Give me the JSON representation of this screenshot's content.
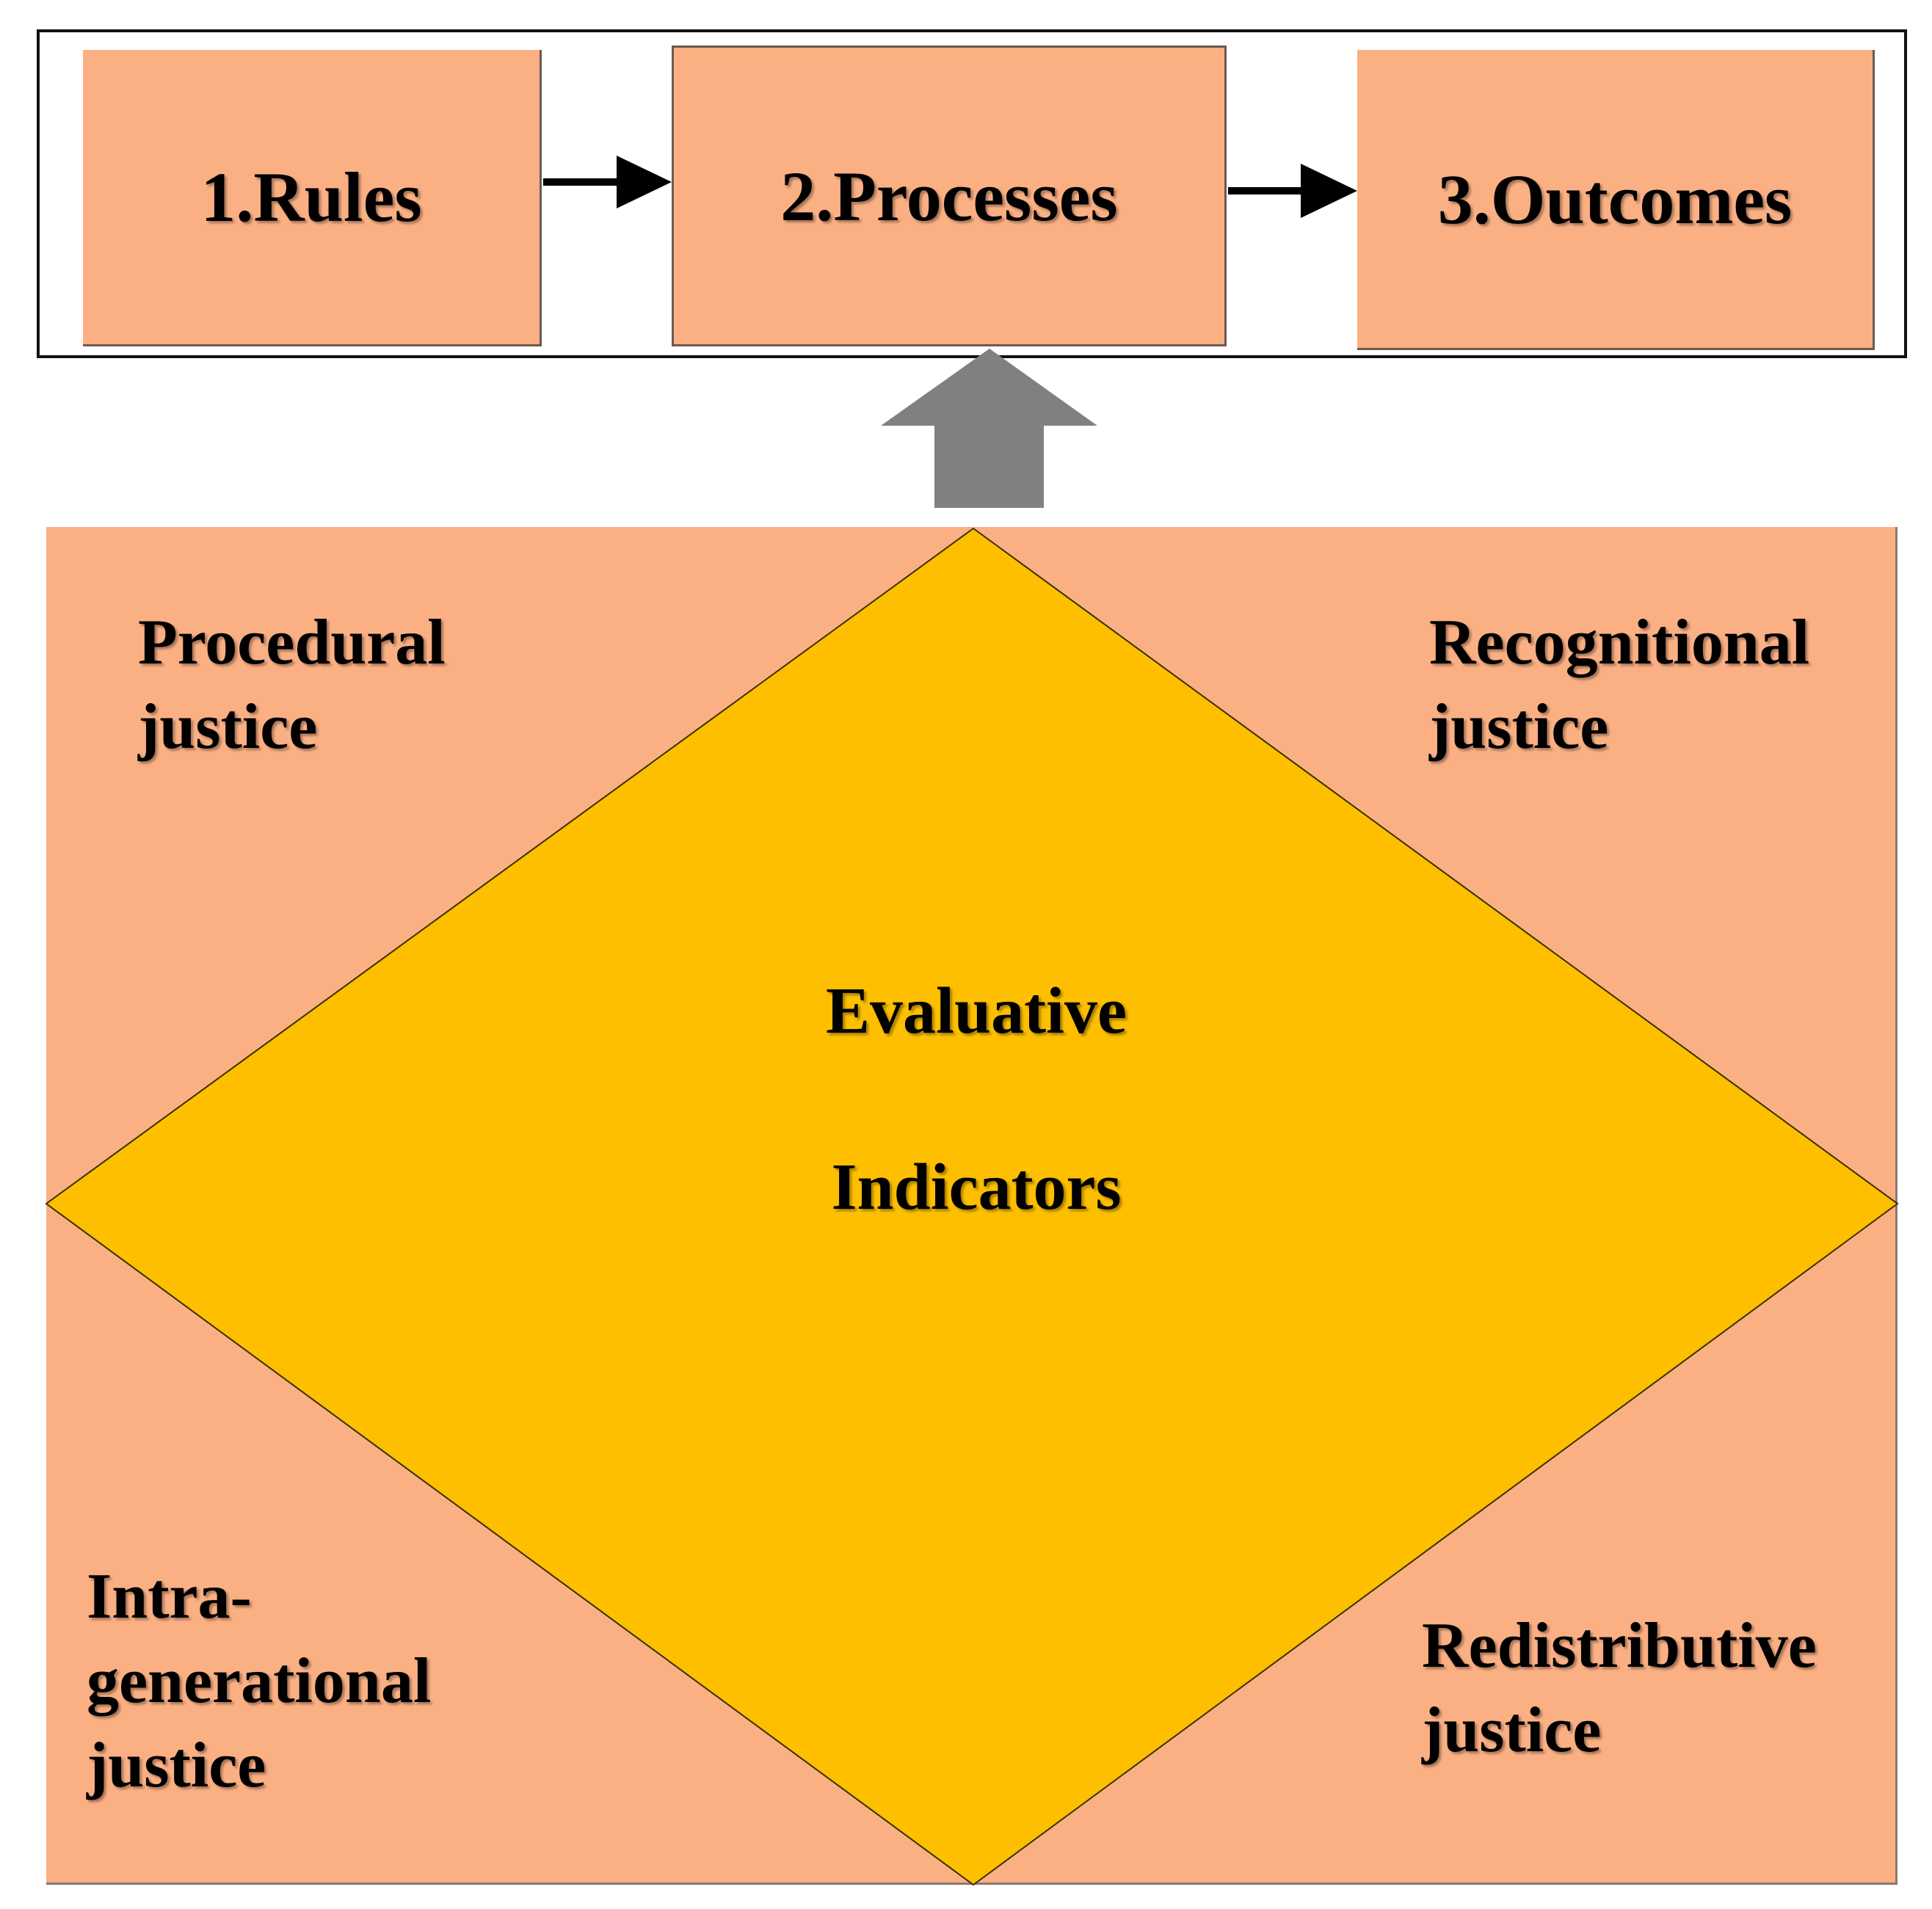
{
  "process_chain": {
    "steps": [
      {
        "label": "1.Rules"
      },
      {
        "label": "2.Processes"
      },
      {
        "label": "3.Outcomes"
      }
    ]
  },
  "framework": {
    "center": {
      "line1": "Evaluative",
      "line2": "Indicators"
    },
    "top_left": {
      "line1": "Procedural",
      "line2": "justice"
    },
    "top_right": {
      "line1": "Recognitional",
      "line2": "justice"
    },
    "bottom_left": {
      "line1": "Intra-",
      "line2": "generational",
      "line3": "justice"
    },
    "bottom_right": {
      "line1": "Redistributive",
      "line2": "justice"
    }
  },
  "colors": {
    "box_fill": "#fbb084",
    "diamond_fill": "#fdbf00",
    "up_arrow": "#808080",
    "flow_arrow": "#000000"
  }
}
